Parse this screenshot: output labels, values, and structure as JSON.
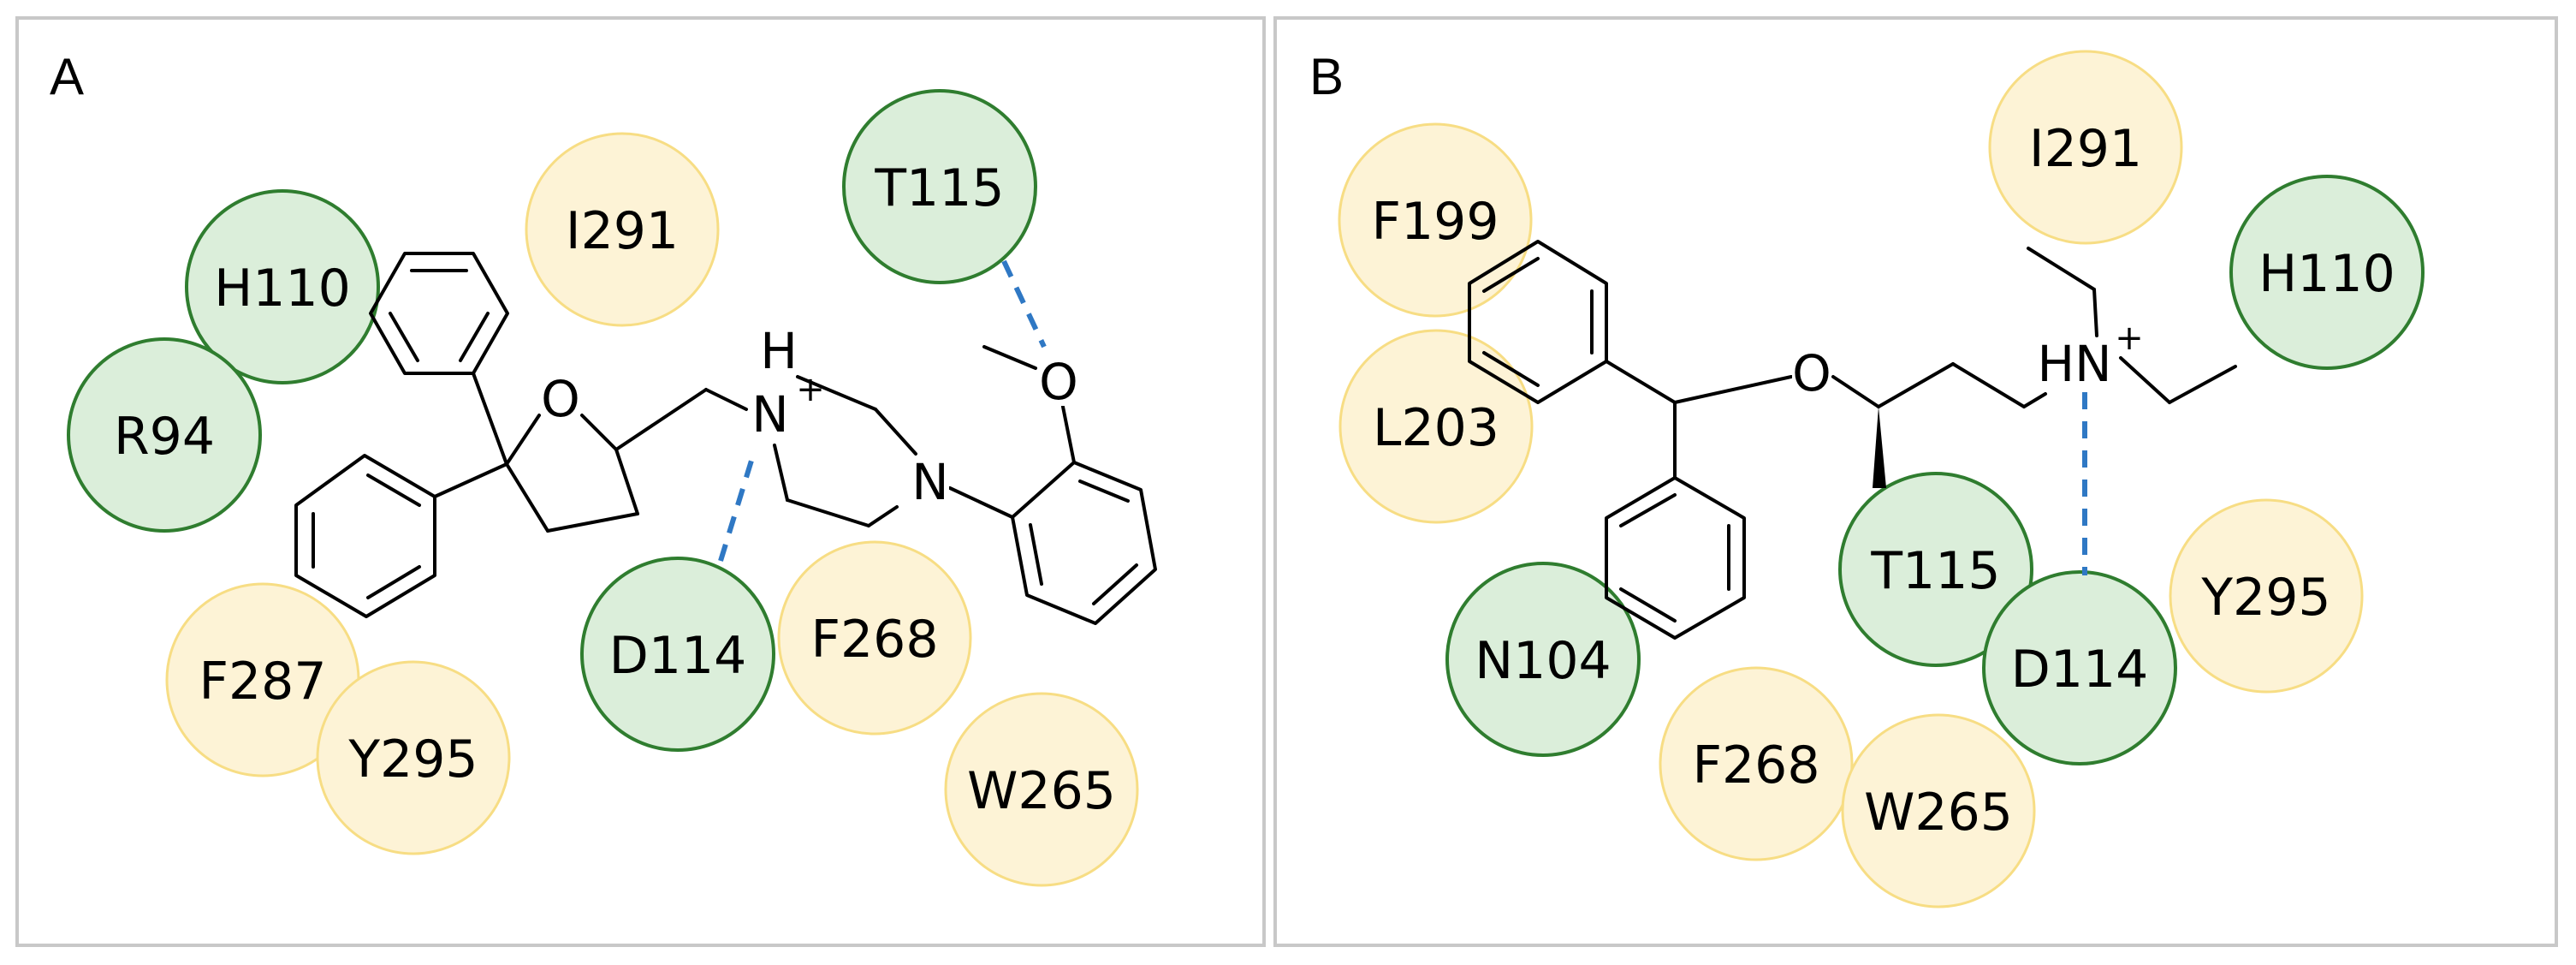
{
  "colors": {
    "hydrophobic_fill": "#fdf3d6",
    "hydrophobic_stroke": "#f7dd84",
    "polar_fill": "#dbeeda",
    "polar_stroke": "#2f7d2f",
    "hbond": "#2f78c4",
    "frame": "#c8c8c8"
  },
  "panels": [
    {
      "label": "A",
      "residues": [
        {
          "name": "H110",
          "kind": "polar"
        },
        {
          "name": "R94",
          "kind": "polar"
        },
        {
          "name": "I291",
          "kind": "hydrophobic"
        },
        {
          "name": "T115",
          "kind": "polar"
        },
        {
          "name": "D114",
          "kind": "polar"
        },
        {
          "name": "F268",
          "kind": "hydrophobic"
        },
        {
          "name": "F287",
          "kind": "hydrophobic"
        },
        {
          "name": "Y295",
          "kind": "hydrophobic"
        },
        {
          "name": "W265",
          "kind": "hydrophobic"
        }
      ],
      "atoms": {
        "o_ring": "O",
        "n_plus": "N",
        "n_plus_h": "H",
        "charge": "+",
        "n_pip": "N",
        "o_methoxy": "O"
      }
    },
    {
      "label": "B",
      "residues": [
        {
          "name": "F199",
          "kind": "hydrophobic"
        },
        {
          "name": "I291",
          "kind": "hydrophobic"
        },
        {
          "name": "H110",
          "kind": "polar"
        },
        {
          "name": "L203",
          "kind": "hydrophobic"
        },
        {
          "name": "N104",
          "kind": "polar"
        },
        {
          "name": "T115",
          "kind": "polar"
        },
        {
          "name": "D114",
          "kind": "polar"
        },
        {
          "name": "Y295",
          "kind": "hydrophobic"
        },
        {
          "name": "F268",
          "kind": "hydrophobic"
        },
        {
          "name": "W265",
          "kind": "hydrophobic"
        }
      ],
      "atoms": {
        "o_ether": "O",
        "hn_plus": "HN",
        "charge": "+"
      }
    }
  ]
}
